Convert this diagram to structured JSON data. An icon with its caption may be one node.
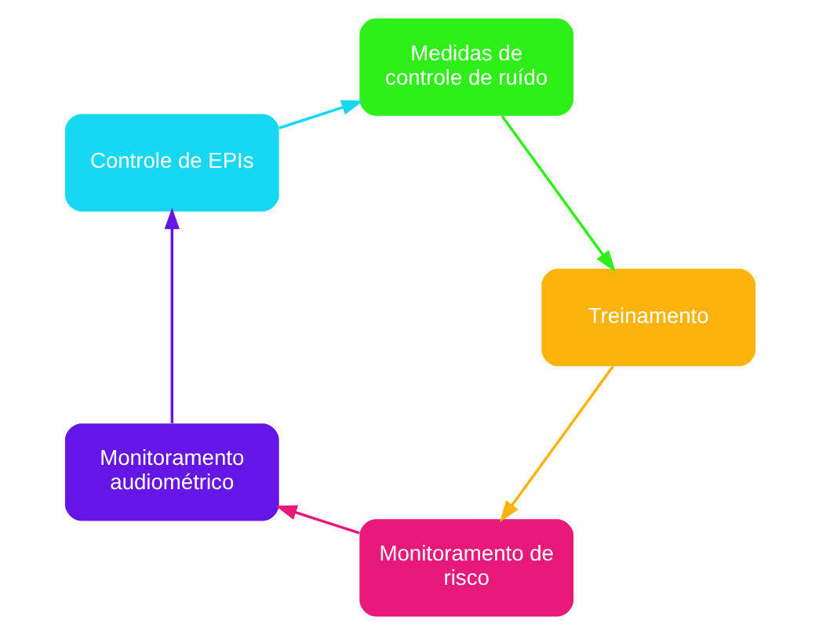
{
  "diagram": {
    "nodes": [
      {
        "text": [
          "Monitoramento de risco"
        ]
      },
      {
        "text": [
          "Monitoramento audiométrico"
        ]
      },
      {
        "text": [
          "Controle de EPIs"
        ]
      },
      {
        "text": [
          "Medidas de controle de ruído"
        ]
      },
      {
        "text": [
          "Treinamento"
        ]
      }
    ],
    "edges": [
      {
        "from": 0,
        "to": 1,
        "arrow": "to",
        "color": "#e8197a"
      },
      {
        "from": 1,
        "to": 2,
        "arrow": "to",
        "color": "#6316e6"
      },
      {
        "from": 2,
        "to": 3,
        "arrow": "to",
        "color": "#16d8f2"
      },
      {
        "from": 3,
        "to": 4,
        "arrow": "to",
        "color": "#2ef018"
      },
      {
        "from": 4,
        "to": 0,
        "arrow": "to",
        "color": "#fcb40c"
      }
    ]
  }
}
